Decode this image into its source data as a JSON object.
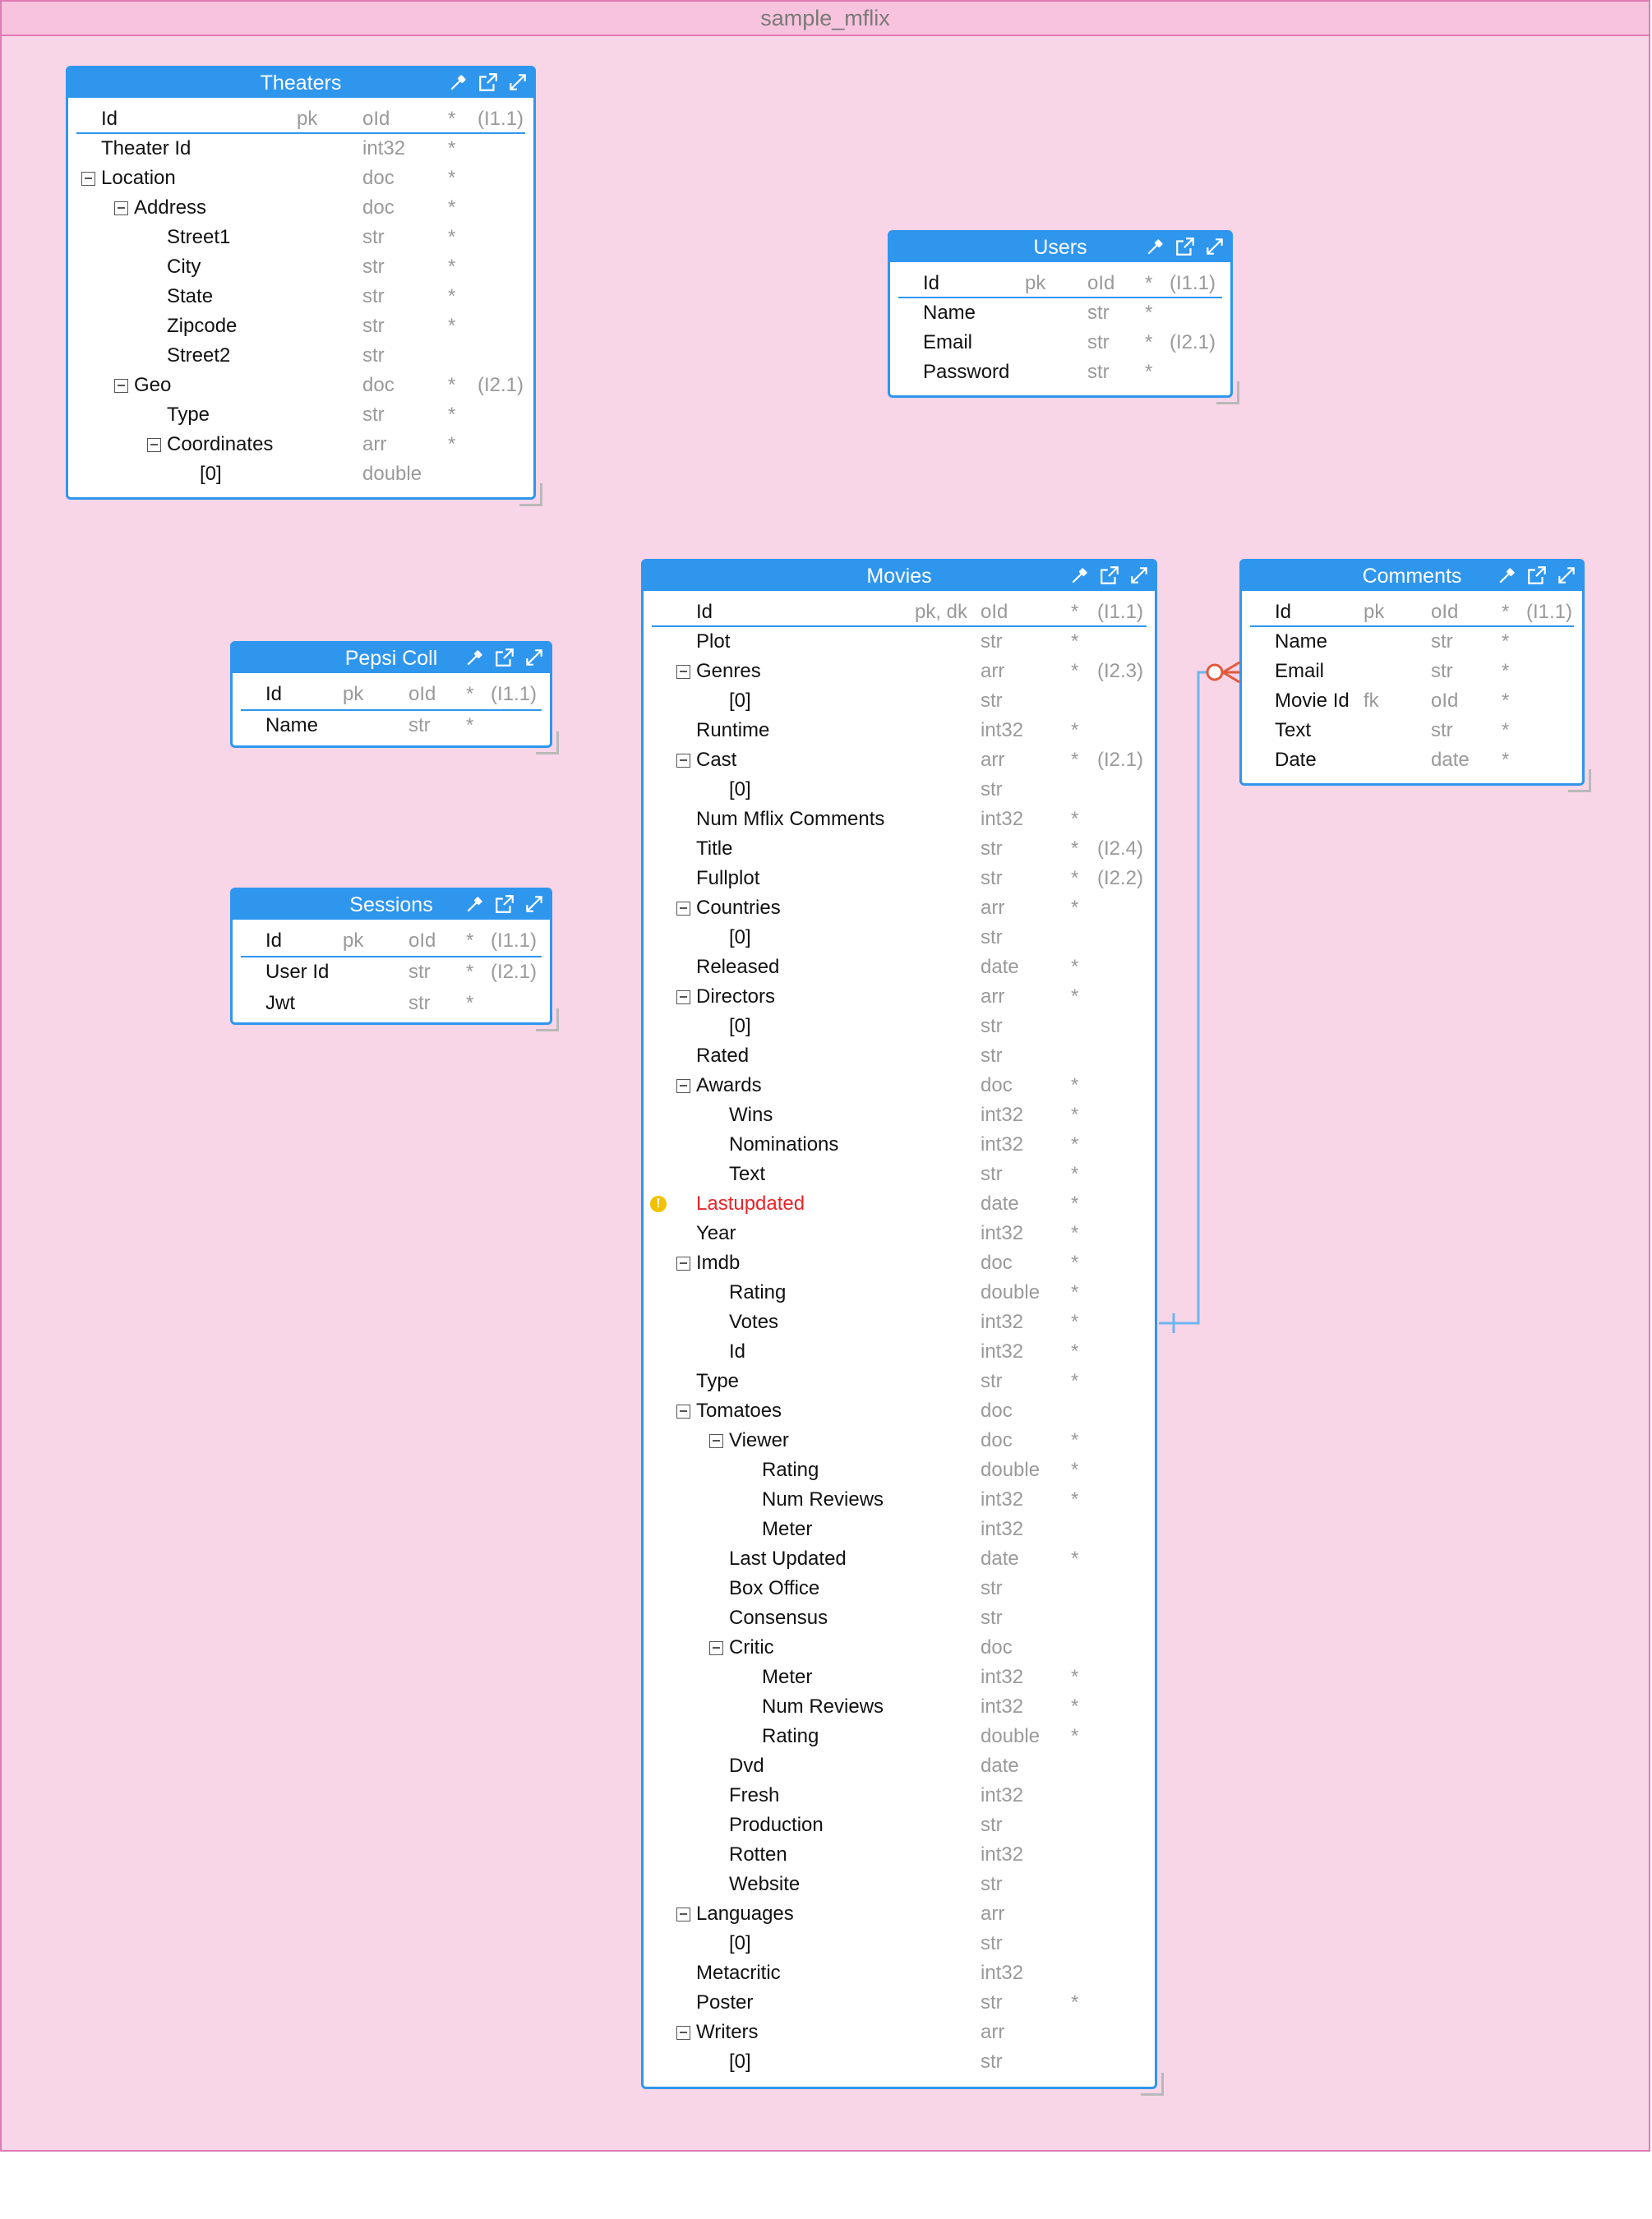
{
  "diagram": {
    "title": "sample_mflix"
  },
  "colors": {
    "accent": "#2f96ee",
    "canvas": "#f9d5e8",
    "canvas_border": "#e07ab5",
    "warning": "#e8242a",
    "relation_end": "#e0593a"
  },
  "header_icons": [
    "eyedropper-icon",
    "open-external-icon",
    "expand-icon"
  ],
  "tables": {
    "theaters": {
      "name": "Theaters",
      "fields": [
        {
          "name": "Id",
          "key": "pk",
          "type": "oId",
          "req": "*",
          "idx": "(I1.1)",
          "level": 0
        },
        {
          "name": "Theater Id",
          "key": "",
          "type": "int32",
          "req": "*",
          "idx": "",
          "level": 0
        },
        {
          "name": "Location",
          "key": "",
          "type": "doc",
          "req": "*",
          "idx": "",
          "level": 0,
          "toggle": true
        },
        {
          "name": "Address",
          "key": "",
          "type": "doc",
          "req": "*",
          "idx": "",
          "level": 1,
          "toggle": true
        },
        {
          "name": "Street1",
          "key": "",
          "type": "str",
          "req": "*",
          "idx": "",
          "level": 2
        },
        {
          "name": "City",
          "key": "",
          "type": "str",
          "req": "*",
          "idx": "",
          "level": 2
        },
        {
          "name": "State",
          "key": "",
          "type": "str",
          "req": "*",
          "idx": "",
          "level": 2
        },
        {
          "name": "Zipcode",
          "key": "",
          "type": "str",
          "req": "*",
          "idx": "",
          "level": 2
        },
        {
          "name": "Street2",
          "key": "",
          "type": "str",
          "req": "",
          "idx": "",
          "level": 2
        },
        {
          "name": "Geo",
          "key": "",
          "type": "doc",
          "req": "*",
          "idx": "(I2.1)",
          "level": 1,
          "toggle": true
        },
        {
          "name": "Type",
          "key": "",
          "type": "str",
          "req": "*",
          "idx": "",
          "level": 2
        },
        {
          "name": "Coordinates",
          "key": "",
          "type": "arr",
          "req": "*",
          "idx": "",
          "level": 2,
          "toggle": true
        },
        {
          "name": "[0]",
          "key": "",
          "type": "double",
          "req": "",
          "idx": "",
          "level": 3
        }
      ]
    },
    "users": {
      "name": "Users",
      "fields": [
        {
          "name": "Id",
          "key": "pk",
          "type": "oId",
          "req": "*",
          "idx": "(I1.1)",
          "level": 0
        },
        {
          "name": "Name",
          "key": "",
          "type": "str",
          "req": "*",
          "idx": "",
          "level": 0
        },
        {
          "name": "Email",
          "key": "",
          "type": "str",
          "req": "*",
          "idx": "(I2.1)",
          "level": 0
        },
        {
          "name": "Password",
          "key": "",
          "type": "str",
          "req": "*",
          "idx": "",
          "level": 0
        }
      ]
    },
    "pepsi": {
      "name": "Pepsi Coll",
      "fields": [
        {
          "name": "Id",
          "key": "pk",
          "type": "oId",
          "req": "*",
          "idx": "(I1.1)",
          "level": 0
        },
        {
          "name": "Name",
          "key": "",
          "type": "str",
          "req": "*",
          "idx": "",
          "level": 0
        }
      ]
    },
    "sessions": {
      "name": "Sessions",
      "fields": [
        {
          "name": "Id",
          "key": "pk",
          "type": "oId",
          "req": "*",
          "idx": "(I1.1)",
          "level": 0
        },
        {
          "name": "User Id",
          "key": "",
          "type": "str",
          "req": "*",
          "idx": "(I2.1)",
          "level": 0
        },
        {
          "name": "Jwt",
          "key": "",
          "type": "str",
          "req": "*",
          "idx": "",
          "level": 0
        }
      ]
    },
    "movies": {
      "name": "Movies",
      "fields": [
        {
          "name": "Id",
          "key": "pk, dk",
          "type": "oId",
          "req": "*",
          "idx": "(I1.1)",
          "level": 0
        },
        {
          "name": "Plot",
          "key": "",
          "type": "str",
          "req": "*",
          "idx": "",
          "level": 0
        },
        {
          "name": "Genres",
          "key": "",
          "type": "arr",
          "req": "*",
          "idx": "(I2.3)",
          "level": 0,
          "toggle": true
        },
        {
          "name": "[0]",
          "key": "",
          "type": "str",
          "req": "",
          "idx": "",
          "level": 1
        },
        {
          "name": "Runtime",
          "key": "",
          "type": "int32",
          "req": "*",
          "idx": "",
          "level": 0
        },
        {
          "name": "Cast",
          "key": "",
          "type": "arr",
          "req": "*",
          "idx": "(I2.1)",
          "level": 0,
          "toggle": true
        },
        {
          "name": "[0]",
          "key": "",
          "type": "str",
          "req": "",
          "idx": "",
          "level": 1
        },
        {
          "name": "Num Mflix Comments",
          "key": "",
          "type": "int32",
          "req": "*",
          "idx": "",
          "level": 0
        },
        {
          "name": "Title",
          "key": "",
          "type": "str",
          "req": "*",
          "idx": "(I2.4)",
          "level": 0
        },
        {
          "name": "Fullplot",
          "key": "",
          "type": "str",
          "req": "*",
          "idx": "(I2.2)",
          "level": 0
        },
        {
          "name": "Countries",
          "key": "",
          "type": "arr",
          "req": "*",
          "idx": "",
          "level": 0,
          "toggle": true
        },
        {
          "name": "[0]",
          "key": "",
          "type": "str",
          "req": "",
          "idx": "",
          "level": 1
        },
        {
          "name": "Released",
          "key": "",
          "type": "date",
          "req": "*",
          "idx": "",
          "level": 0
        },
        {
          "name": "Directors",
          "key": "",
          "type": "arr",
          "req": "*",
          "idx": "",
          "level": 0,
          "toggle": true
        },
        {
          "name": "[0]",
          "key": "",
          "type": "str",
          "req": "",
          "idx": "",
          "level": 1
        },
        {
          "name": "Rated",
          "key": "",
          "type": "str",
          "req": "",
          "idx": "",
          "level": 0
        },
        {
          "name": "Awards",
          "key": "",
          "type": "doc",
          "req": "*",
          "idx": "",
          "level": 0,
          "toggle": true
        },
        {
          "name": "Wins",
          "key": "",
          "type": "int32",
          "req": "*",
          "idx": "",
          "level": 1
        },
        {
          "name": "Nominations",
          "key": "",
          "type": "int32",
          "req": "*",
          "idx": "",
          "level": 1
        },
        {
          "name": "Text",
          "key": "",
          "type": "str",
          "req": "*",
          "idx": "",
          "level": 1
        },
        {
          "name": "Lastupdated",
          "key": "",
          "type": "date",
          "req": "*",
          "idx": "",
          "level": 0,
          "warning": true
        },
        {
          "name": "Year",
          "key": "",
          "type": "int32",
          "req": "*",
          "idx": "",
          "level": 0
        },
        {
          "name": "Imdb",
          "key": "",
          "type": "doc",
          "req": "*",
          "idx": "",
          "level": 0,
          "toggle": true
        },
        {
          "name": "Rating",
          "key": "",
          "type": "double",
          "req": "*",
          "idx": "",
          "level": 1
        },
        {
          "name": "Votes",
          "key": "",
          "type": "int32",
          "req": "*",
          "idx": "",
          "level": 1
        },
        {
          "name": "Id",
          "key": "",
          "type": "int32",
          "req": "*",
          "idx": "",
          "level": 1
        },
        {
          "name": "Type",
          "key": "",
          "type": "str",
          "req": "*",
          "idx": "",
          "level": 0
        },
        {
          "name": "Tomatoes",
          "key": "",
          "type": "doc",
          "req": "",
          "idx": "",
          "level": 0,
          "toggle": true
        },
        {
          "name": "Viewer",
          "key": "",
          "type": "doc",
          "req": "*",
          "idx": "",
          "level": 1,
          "toggle": true
        },
        {
          "name": "Rating",
          "key": "",
          "type": "double",
          "req": "*",
          "idx": "",
          "level": 2
        },
        {
          "name": "Num Reviews",
          "key": "",
          "type": "int32",
          "req": "*",
          "idx": "",
          "level": 2
        },
        {
          "name": "Meter",
          "key": "",
          "type": "int32",
          "req": "",
          "idx": "",
          "level": 2
        },
        {
          "name": "Last Updated",
          "key": "",
          "type": "date",
          "req": "*",
          "idx": "",
          "level": 1
        },
        {
          "name": "Box Office",
          "key": "",
          "type": "str",
          "req": "",
          "idx": "",
          "level": 1
        },
        {
          "name": "Consensus",
          "key": "",
          "type": "str",
          "req": "",
          "idx": "",
          "level": 1
        },
        {
          "name": "Critic",
          "key": "",
          "type": "doc",
          "req": "",
          "idx": "",
          "level": 1,
          "toggle": true
        },
        {
          "name": "Meter",
          "key": "",
          "type": "int32",
          "req": "*",
          "idx": "",
          "level": 2
        },
        {
          "name": "Num Reviews",
          "key": "",
          "type": "int32",
          "req": "*",
          "idx": "",
          "level": 2
        },
        {
          "name": "Rating",
          "key": "",
          "type": "double",
          "req": "*",
          "idx": "",
          "level": 2
        },
        {
          "name": "Dvd",
          "key": "",
          "type": "date",
          "req": "",
          "idx": "",
          "level": 1
        },
        {
          "name": "Fresh",
          "key": "",
          "type": "int32",
          "req": "",
          "idx": "",
          "level": 1
        },
        {
          "name": "Production",
          "key": "",
          "type": "str",
          "req": "",
          "idx": "",
          "level": 1
        },
        {
          "name": "Rotten",
          "key": "",
          "type": "int32",
          "req": "",
          "idx": "",
          "level": 1
        },
        {
          "name": "Website",
          "key": "",
          "type": "str",
          "req": "",
          "idx": "",
          "level": 1
        },
        {
          "name": "Languages",
          "key": "",
          "type": "arr",
          "req": "",
          "idx": "",
          "level": 0,
          "toggle": true
        },
        {
          "name": "[0]",
          "key": "",
          "type": "str",
          "req": "",
          "idx": "",
          "level": 1
        },
        {
          "name": "Metacritic",
          "key": "",
          "type": "int32",
          "req": "",
          "idx": "",
          "level": 0
        },
        {
          "name": "Poster",
          "key": "",
          "type": "str",
          "req": "*",
          "idx": "",
          "level": 0
        },
        {
          "name": "Writers",
          "key": "",
          "type": "arr",
          "req": "",
          "idx": "",
          "level": 0,
          "toggle": true
        },
        {
          "name": "[0]",
          "key": "",
          "type": "str",
          "req": "",
          "idx": "",
          "level": 1
        }
      ]
    },
    "comments": {
      "name": "Comments",
      "fields": [
        {
          "name": "Id",
          "key": "pk",
          "type": "oId",
          "req": "*",
          "idx": "(I1.1)",
          "level": 0
        },
        {
          "name": "Name",
          "key": "",
          "type": "str",
          "req": "*",
          "idx": "",
          "level": 0
        },
        {
          "name": "Email",
          "key": "",
          "type": "str",
          "req": "*",
          "idx": "",
          "level": 0
        },
        {
          "name": "Movie Id",
          "key": "fk",
          "type": "oId",
          "req": "*",
          "idx": "",
          "level": 0
        },
        {
          "name": "Text",
          "key": "",
          "type": "str",
          "req": "*",
          "idx": "",
          "level": 0
        },
        {
          "name": "Date",
          "key": "",
          "type": "date",
          "req": "*",
          "idx": "",
          "level": 0
        }
      ]
    }
  },
  "relationships": [
    {
      "from": "movies",
      "to": "comments",
      "from_cardinality": "one",
      "to_cardinality": "zero-or-many"
    }
  ]
}
